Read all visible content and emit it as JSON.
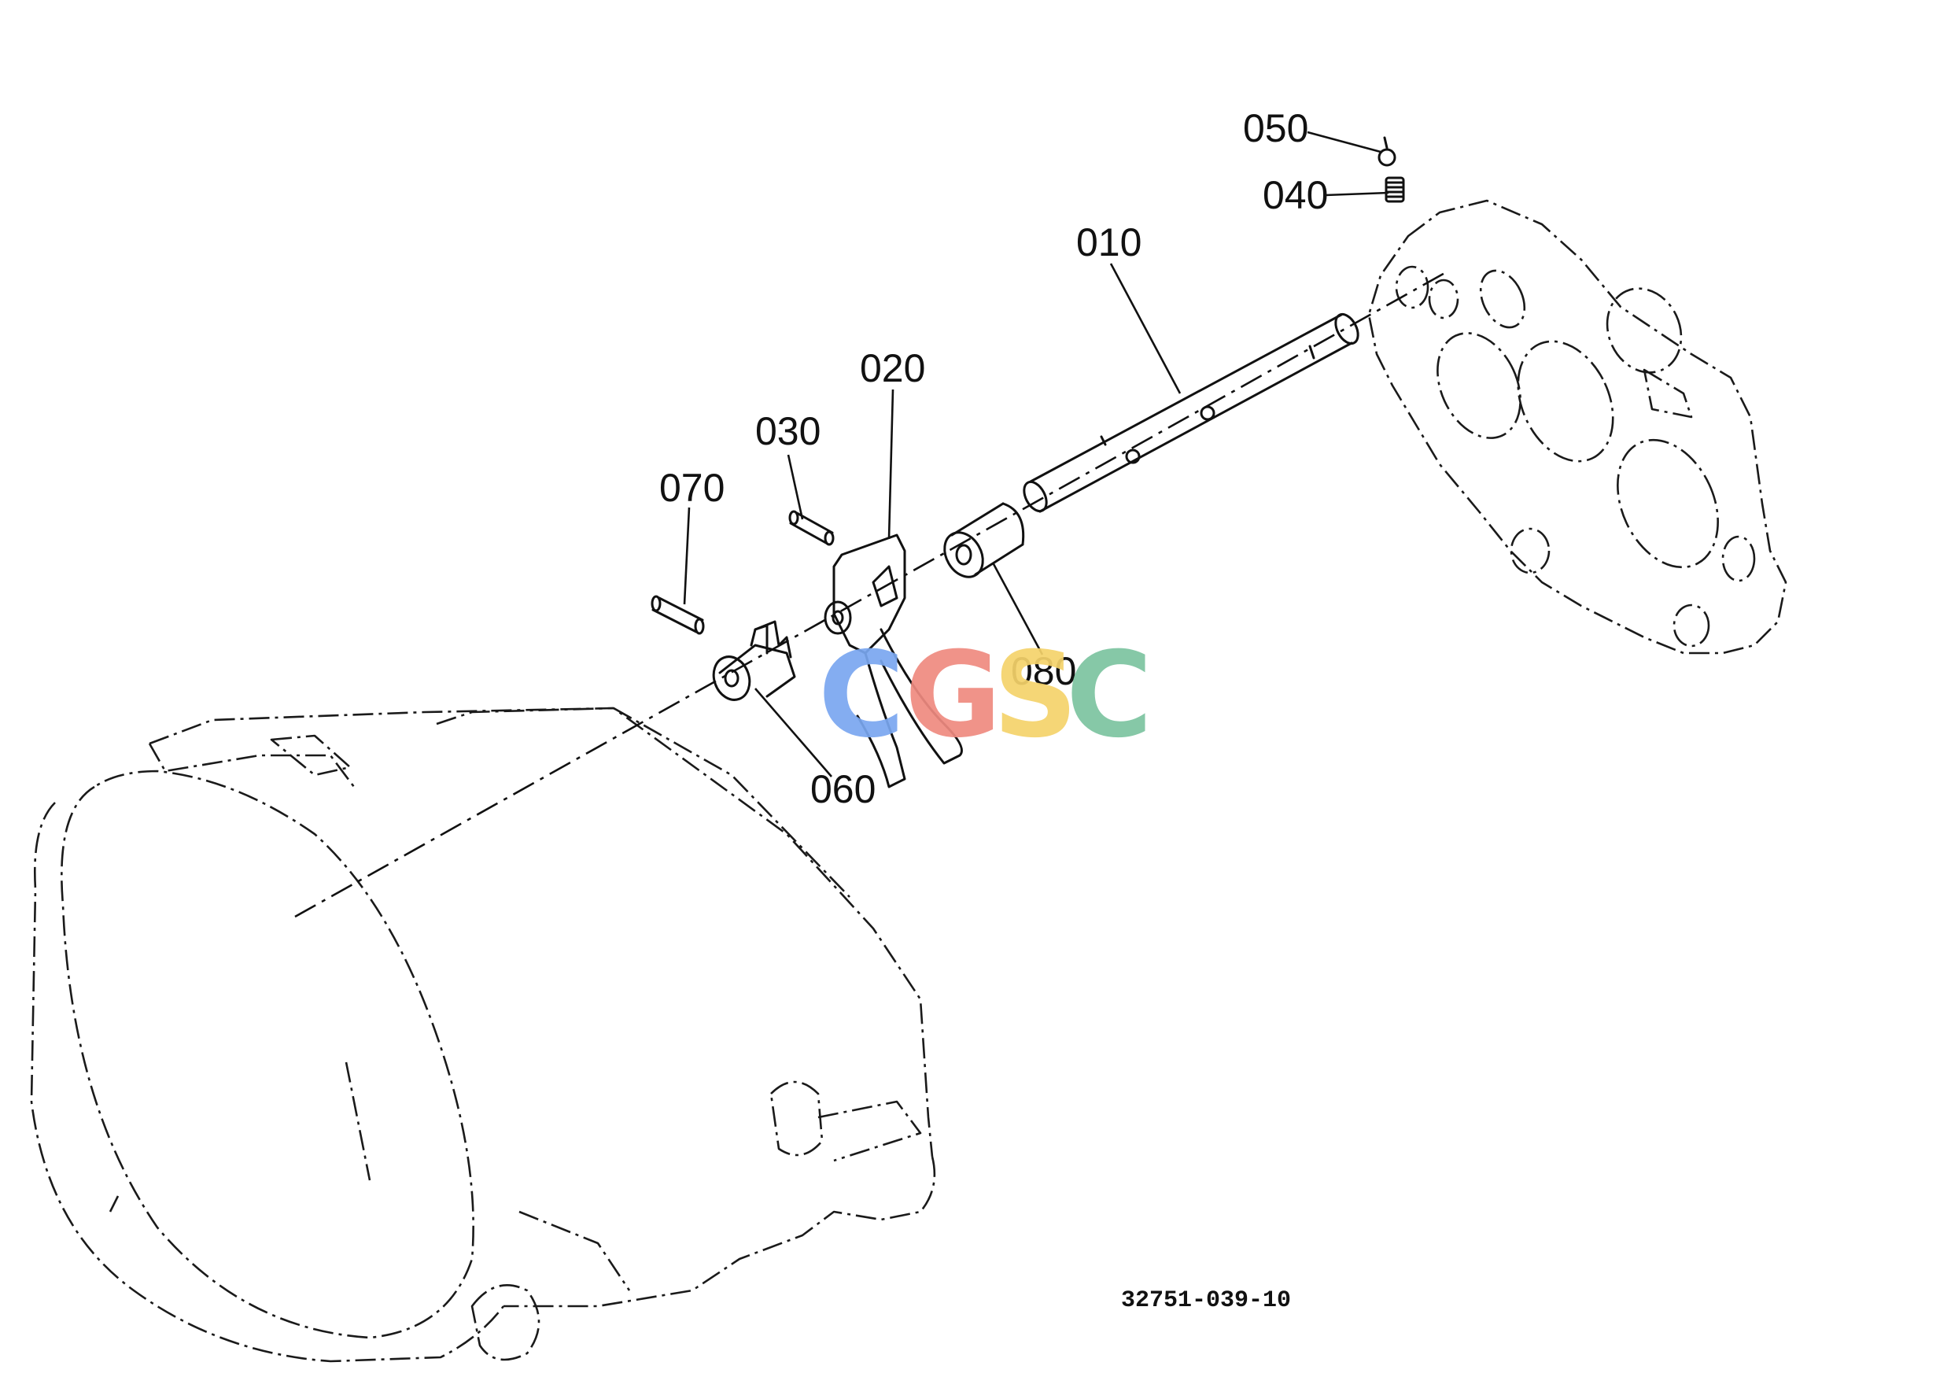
{
  "callouts": [
    {
      "label": "050"
    },
    {
      "label": "040"
    },
    {
      "label": "010"
    },
    {
      "label": "020"
    },
    {
      "label": "030"
    },
    {
      "label": "070"
    },
    {
      "label": "080"
    },
    {
      "label": "060"
    }
  ],
  "drawing_number": "32751-039-10",
  "watermark": {
    "letters": [
      "C",
      "G",
      "S",
      "C"
    ],
    "colors": [
      "#7aa7f0",
      "#ef8a80",
      "#f5d36b",
      "#7cc4a0"
    ]
  }
}
